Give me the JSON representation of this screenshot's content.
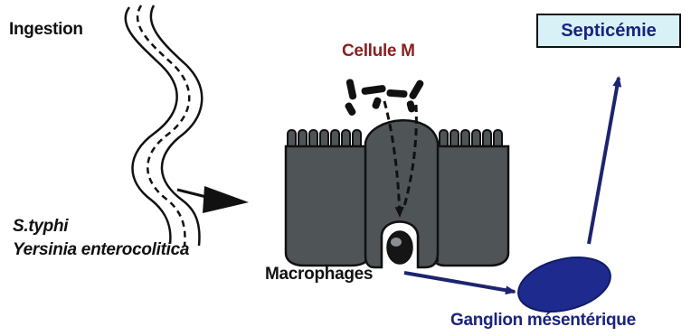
{
  "labels": {
    "ingestion": "Ingestion",
    "organisms": [
      "S.typhi",
      "Yersinia enterocolitica"
    ],
    "m_cell": "Cellule M",
    "septicemia": "Septicémie",
    "macrophages": "Macrophages",
    "lymph_node": "Ganglion mésentérique"
  },
  "colors": {
    "tissue": "#4f5457",
    "tissue_stroke": "#111111",
    "node": "#1f2a8f",
    "flow_arrow": "#1c2470",
    "m_cell_label": "#8a1f1f",
    "septicemia_box_fill": "#d8f1f6",
    "bacteria": "#111111"
  }
}
